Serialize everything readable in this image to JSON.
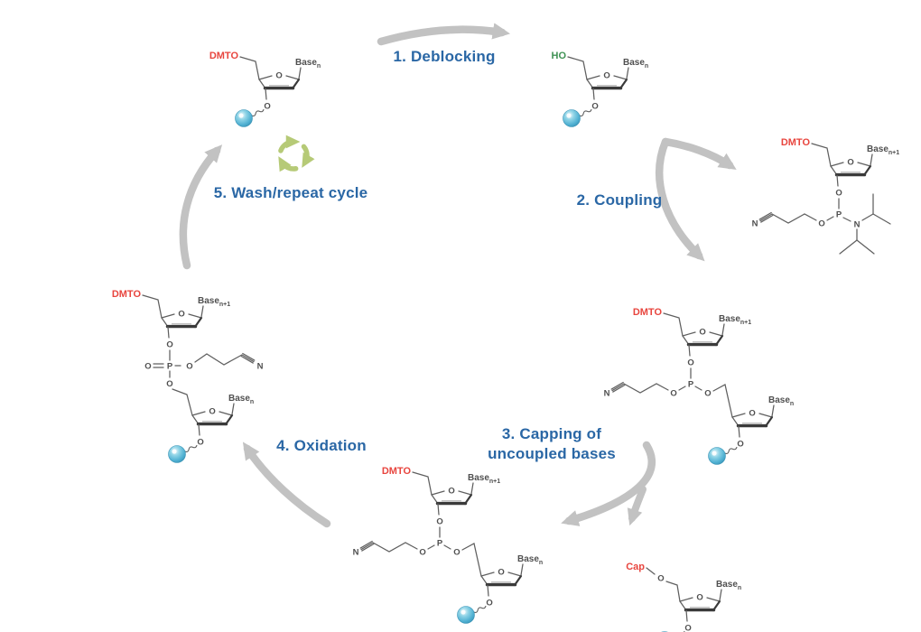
{
  "diagram": {
    "steps": {
      "deblocking": "1. Deblocking",
      "coupling": "2. Coupling",
      "capping_line1": "3. Capping of",
      "capping_line2": "uncoupled bases",
      "oxidation": "4. Oxidation",
      "wash": "5. Wash/repeat cycle"
    },
    "atoms": {
      "o": "O",
      "p": "P",
      "n": "N"
    },
    "groups": {
      "dmt": "DMTO",
      "ho": "HO",
      "cap": "Cap",
      "base": "Base",
      "sub_n": "n",
      "sub_n1": "n+1"
    },
    "icons": {
      "recycle": "recycle-cycle"
    },
    "colors": {
      "step_label_blue": "#2a67a5",
      "dmt_red": "#e8453e",
      "ho_green": "#3f9254",
      "cap_red": "#e8453e",
      "arrow_gray": "#c2c2c2",
      "bond_gray": "#5f5f5f",
      "bead_blue": "#56b7d6",
      "recycle_green": "#b6ca77"
    }
  }
}
